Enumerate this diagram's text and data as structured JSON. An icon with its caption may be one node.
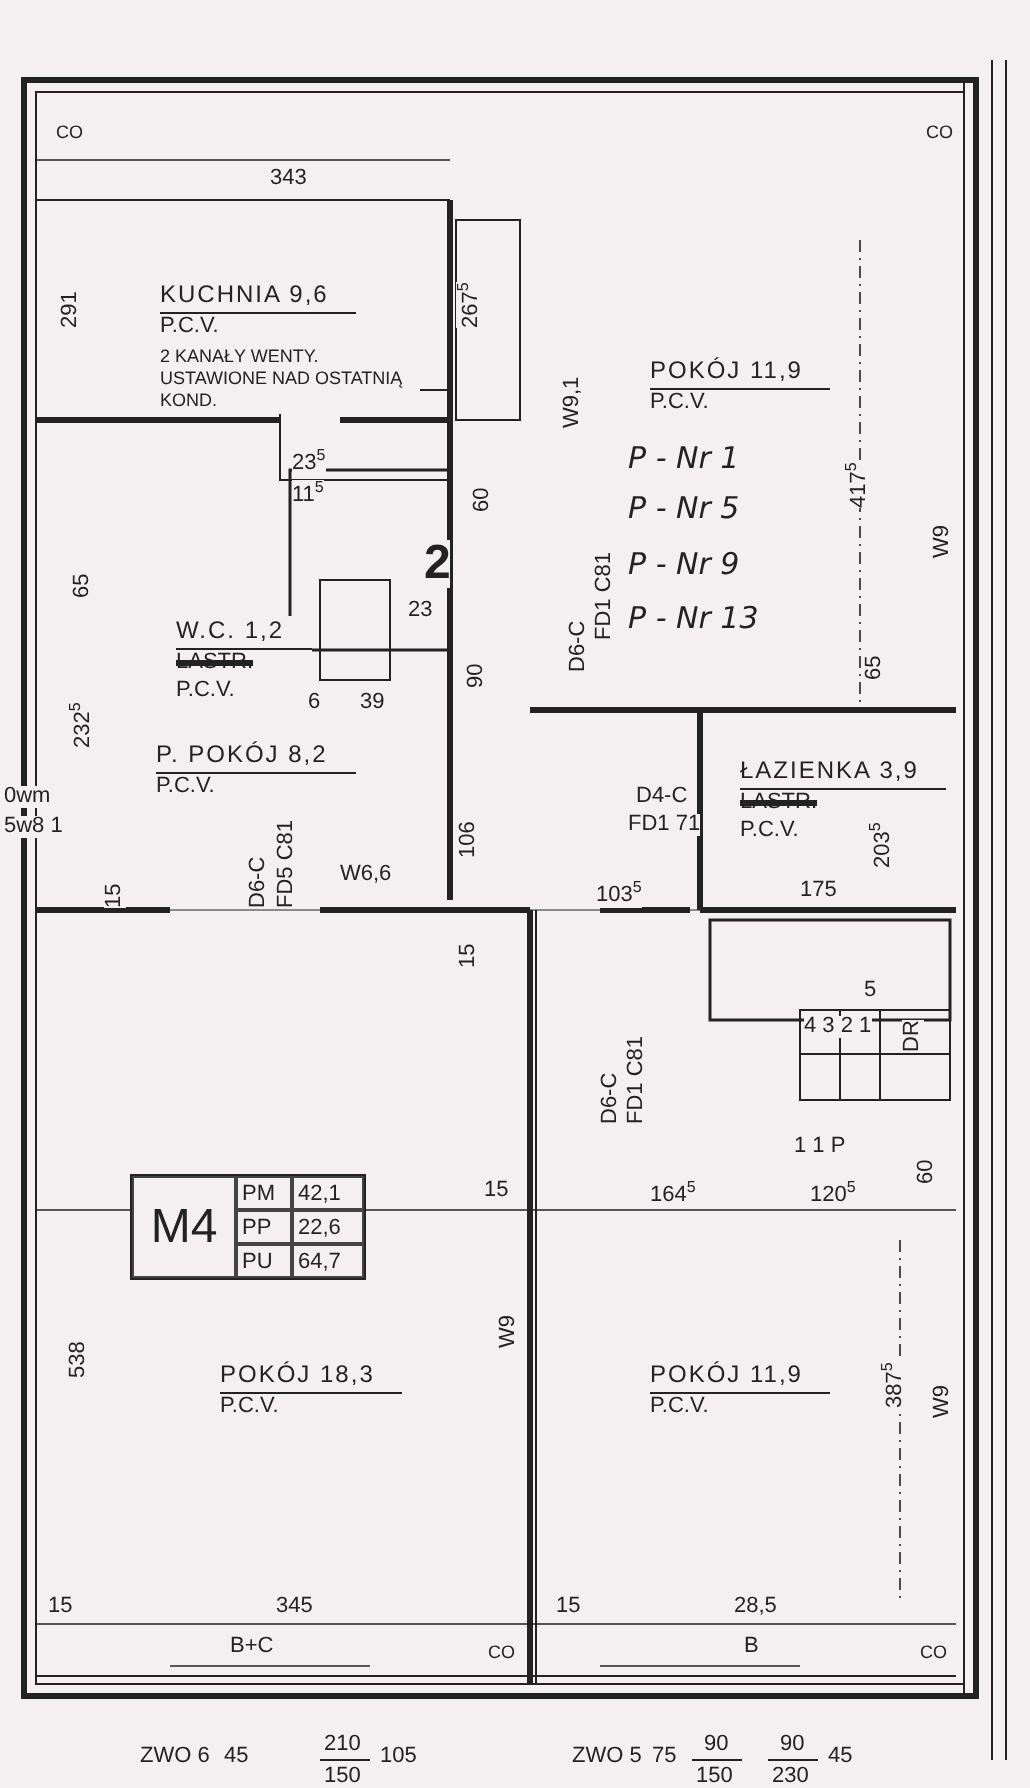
{
  "diagram": {
    "nodes": [
      {
        "text": [
          "KUCHNIA 9,6",
          "P.C.V.",
          "2 KANAŁY WENTY. USTAWIONE NAD OSTATNIĄ KOND."
        ]
      },
      {
        "text": [
          "POKÓJ 11,9",
          "P.C.V."
        ]
      },
      {
        "text": [
          "W.C. 1,2",
          "LASTR.",
          "P.C.V."
        ]
      },
      {
        "text": [
          "P. POKÓJ 8,2",
          "P.C.V."
        ]
      },
      {
        "text": [
          "ŁAZIENKA 3,9",
          "LASTR.",
          "P.C.V."
        ]
      },
      {
        "text": [
          "M4",
          "PM",
          "42,1",
          "PP",
          "22,6",
          "PU",
          "64,7"
        ]
      },
      {
        "text": [
          "POKÓJ 18,3",
          "P.C.V."
        ]
      },
      {
        "text": [
          "POKÓJ 11,9",
          "P.C.V."
        ]
      }
    ],
    "labels": [
      "343",
      "291",
      "267$^{5}$",
      "23$^{5}$",
      "11$^{5}$",
      "60",
      "2",
      "65",
      "23",
      "90",
      "6",
      "39",
      "232$^{5}$",
      "W9,1",
      "417$^{5}$",
      "W9",
      "P - Nr 1",
      "P - Nr 5",
      "P - Nr 9",
      "P - Nr 13",
      "D6-C",
      "FD1 C81",
      "65",
      "D4-C",
      "FD1 71",
      "0wm",
      "5w8 1",
      "15",
      "D6-C",
      "FD5 C81",
      "W6,6",
      "106",
      "15",
      "103$^{5}$",
      "175",
      "203$^{5}$",
      "5",
      "4 3 2 1",
      "DR",
      "D6-C",
      "FD1 C81",
      "1 1 P",
      "60",
      "15",
      "164$^{5}$",
      "120$^{5}$",
      "W9",
      "538",
      "387$^{5}$",
      "W9",
      "CO",
      "CO",
      "15",
      "345",
      "15",
      "28,5",
      "B+C",
      "CO",
      "B",
      "CO",
      "ZWO 6",
      "45",
      "210",
      "150",
      "105",
      "ZWO 5",
      "75",
      "90",
      "150",
      "90",
      "230",
      "45"
    ]
  }
}
